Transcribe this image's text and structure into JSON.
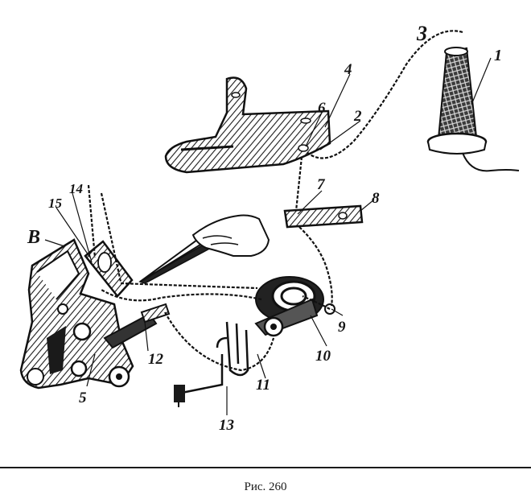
{
  "figure": {
    "labels": {
      "n1": "1",
      "n2": "2",
      "n3": "3",
      "n4": "4",
      "n5": "5",
      "n6": "6",
      "n7": "7",
      "n8": "8",
      "n9": "9",
      "n10": "10",
      "n11": "11",
      "n12": "12",
      "n13": "13",
      "n14": "14",
      "n15": "15",
      "nB": "В"
    }
  },
  "caption": "Рис. 260"
}
